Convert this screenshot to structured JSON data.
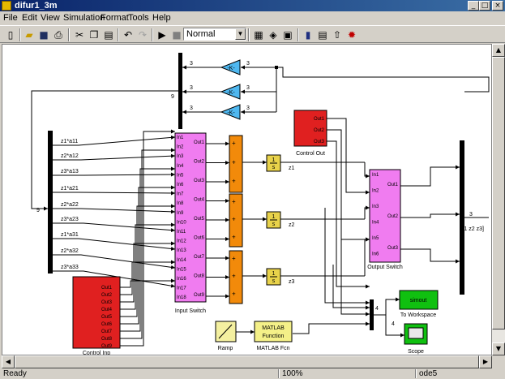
{
  "window": {
    "title": "difur1_3m"
  },
  "menu": [
    "File",
    "Edit",
    "View",
    "Simulation",
    "Format",
    "Tools",
    "Help"
  ],
  "toolbar": {
    "sim_mode": "Normal"
  },
  "model": {
    "gain_label": "-K-",
    "gain_width": "3",
    "mux_width": "9",
    "signal_labels": [
      "z1*a11",
      "z2*a12",
      "z3*a13",
      "z1*a21",
      "z2*a22",
      "z3*a23",
      "z1*a31",
      "z2*a32",
      "z3*a33"
    ],
    "control_inp": {
      "name": "Control Inp",
      "ports": [
        "Out1",
        "Out2",
        "Out3",
        "Out4",
        "Out5",
        "Out6",
        "Out7",
        "Out8",
        "Out9"
      ]
    },
    "input_switch": {
      "name": "Input Switch",
      "in_ports": [
        "In1",
        "In2",
        "In3",
        "In4",
        "In5",
        "In6",
        "In7",
        "In8",
        "In9",
        "In10",
        "In11",
        "In12",
        "In13",
        "In14",
        "In15",
        "In16",
        "In17",
        "In18"
      ],
      "out_ports": [
        "Out1",
        "Out2",
        "Out3",
        "Out4",
        "Out5",
        "Out6",
        "Out7",
        "Out8",
        "Out9"
      ]
    },
    "sum_sign": "+",
    "integrator": {
      "num": "1",
      "den": "s"
    },
    "integrator_outputs": [
      "z1",
      "z2",
      "z3"
    ],
    "control_out": {
      "name": "Control Out",
      "ports": [
        "Out1",
        "Out2",
        "Out3"
      ]
    },
    "output_switch": {
      "name": "Output Switch",
      "in_ports": [
        "In1",
        "In2",
        "In3",
        "In4",
        "In5",
        "In6"
      ],
      "out_ports": [
        "Out1",
        "Out2",
        "Out3"
      ]
    },
    "output_mux": {
      "width": "3",
      "label": "[z1 z2 z3]"
    },
    "to_workspace": {
      "name": "To Workspace",
      "var": "simout"
    },
    "scope_mux_width": "4",
    "scope": {
      "name": "Scope"
    },
    "ramp": {
      "name": "Ramp"
    },
    "matlab_fcn": {
      "name": "MATLAB Fcn",
      "line1": "MATLAB",
      "line2": "Function"
    }
  },
  "status": {
    "left": "Ready",
    "zoom": "100%",
    "solver": "ode5"
  }
}
